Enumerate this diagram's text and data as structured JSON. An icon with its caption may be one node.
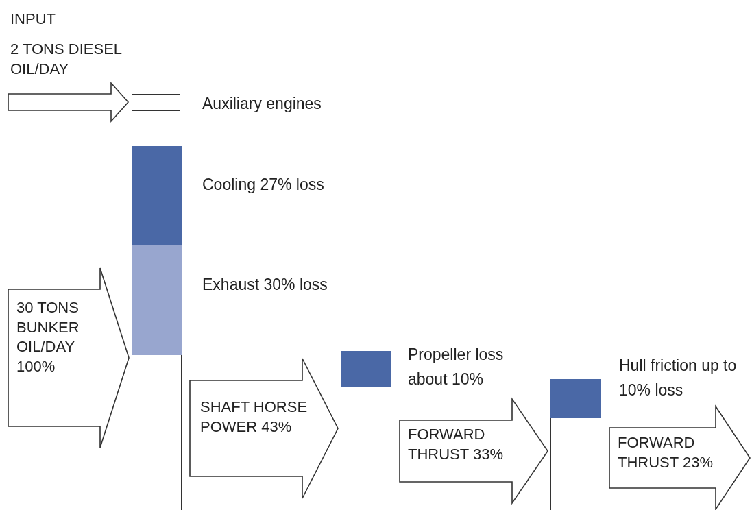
{
  "diagram": {
    "nodes": [
      {
        "text": [],
        "shape": "box",
        "beside": [
          "Auxiliary engines"
        ]
      },
      {
        "text": [],
        "shape": "bar"
      },
      {
        "text": [],
        "shape": "bar",
        "in": 1,
        "beside": [
          "Cooling 27% loss"
        ]
      },
      {
        "text": [],
        "shape": "bar",
        "in": 1,
        "beside": [
          "Exhaust 30% loss"
        ]
      },
      {
        "text": [],
        "shape": "bar"
      },
      {
        "text": [],
        "shape": "bar",
        "in": 4,
        "beside": [
          "Propeller loss about 10%"
        ]
      },
      {
        "text": [],
        "shape": "bar"
      },
      {
        "text": [],
        "shape": "bar",
        "in": 6,
        "beside": [
          "Hull friction up to 10% loss"
        ]
      }
    ],
    "edges": [
      {
        "from": null,
        "to": 0,
        "arrow": "to"
      },
      {
        "from": null,
        "to": 1,
        "arrow": "to",
        "label": "30 TONS BUNKER OIL/DAY 100%"
      },
      {
        "from": 1,
        "to": 4,
        "arrow": "to",
        "label": "SHAFT HORSE POWER 43%"
      },
      {
        "from": 4,
        "to": 6,
        "arrow": "to",
        "label": "FORWARD THRUST 33%"
      },
      {
        "from": 6,
        "to": null,
        "arrow": "to",
        "label": "FORWARD THRUST 23%"
      }
    ],
    "labels": [
      "INPUT",
      "2 TONS DIESEL OIL/DAY"
    ]
  }
}
